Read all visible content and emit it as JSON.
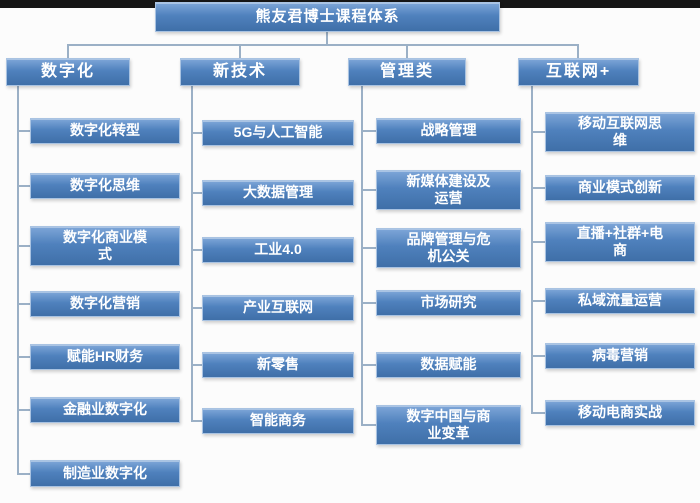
{
  "title": "熊友君博士课程体系",
  "columns": [
    {
      "header": "数字化",
      "items": [
        "数字化转型",
        "数字化思维",
        "数字化商业模\n式",
        "数字化营销",
        "赋能HR财务",
        "金融业数字化",
        "制造业数字化"
      ]
    },
    {
      "header": "新技术",
      "items": [
        "5G与人工智能",
        "大数据管理",
        "工业4.0",
        "产业互联网",
        "新零售",
        "智能商务"
      ]
    },
    {
      "header": "管理类",
      "items": [
        "战略管理",
        "新媒体建设及\n运营",
        "品牌管理与危\n机公关",
        "市场研究",
        "数据赋能",
        "数字中国与商\n业变革"
      ]
    },
    {
      "header": "互联网+",
      "items": [
        "移动互联网思\n维",
        "商业模式创新",
        "直播+社群+电\n商",
        "私域流量运营",
        "病毒营销",
        "移动电商实战"
      ]
    }
  ],
  "colors": {
    "box_blue": "#4f81bd",
    "box_border": "#a9c3e2",
    "connector": "#9bb0c6",
    "top_bar": "#161616",
    "text": "#ffffff",
    "background": "#fcfcfc"
  }
}
